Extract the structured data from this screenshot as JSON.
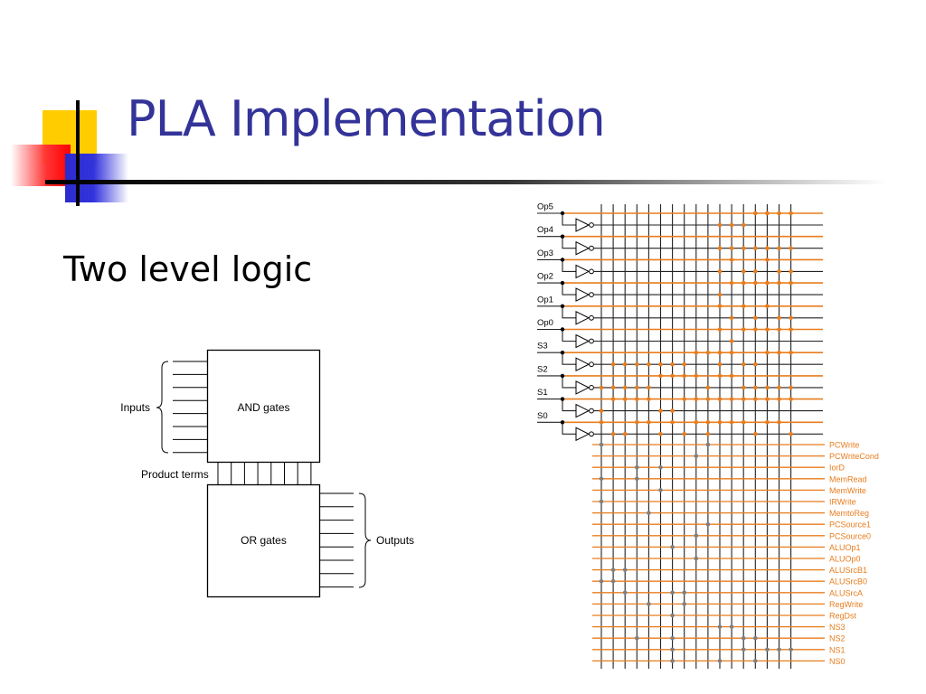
{
  "slide": {
    "title": "PLA Implementation",
    "bullet": "Two level logic",
    "colors": {
      "title": "#333399",
      "accent_orange": "#e87d1e",
      "dot_gray": "#808080"
    }
  },
  "block_diagram": {
    "inputs_label": "Inputs",
    "and_label": "AND gates",
    "product_terms_label": "Product terms",
    "or_label": "OR gates",
    "outputs_label": "Outputs"
  },
  "pla": {
    "input_labels": [
      "Op5",
      "Op4",
      "Op3",
      "Op2",
      "Op1",
      "Op0",
      "S3",
      "S2",
      "S1",
      "S0"
    ],
    "output_labels": [
      "PCWrite",
      "PCWriteCond",
      "IorD",
      "MemRead",
      "MemWrite",
      "IRWrite",
      "MemtoReg",
      "PCSource1",
      "PCSource0",
      "ALUOp1",
      "ALUOp0",
      "ALUSrcB1",
      "ALUSrcB0",
      "ALUSrcA",
      "RegWrite",
      "RegDst",
      "NS3",
      "NS2",
      "NS1",
      "NS0"
    ]
  }
}
